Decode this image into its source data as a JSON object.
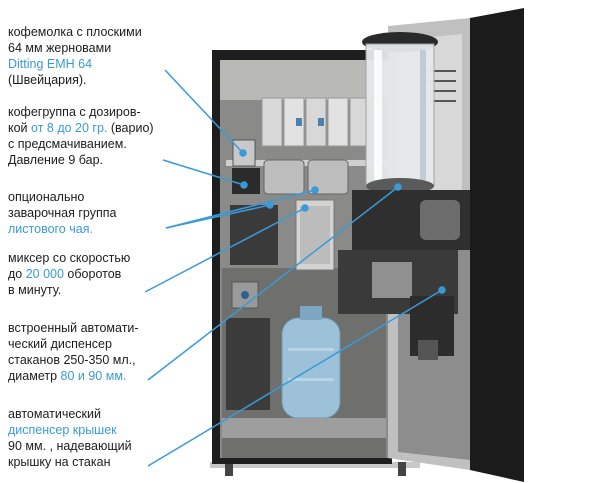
{
  "colors": {
    "accent": "#3a9ad9",
    "callout_line": "#3a9ad9",
    "text": "#1d1d1d"
  },
  "callouts": [
    {
      "id": "grinder",
      "parts": [
        {
          "t": "кофемолка с плоскими\n64 мм жерновами\n",
          "hl": false
        },
        {
          "t": "Ditting EMH 64",
          "hl": true
        },
        {
          "t": "\n(Швейцария).",
          "hl": false
        }
      ]
    },
    {
      "id": "coffee-group",
      "parts": [
        {
          "t": "кофегруппа с  дозиров-\nкой ",
          "hl": false
        },
        {
          "t": "от 8 до 20 гр.",
          "hl": true
        },
        {
          "t": "  (варио)\nс предсмачиванием.\nДавление 9 бар.",
          "hl": false
        }
      ]
    },
    {
      "id": "tea-group",
      "parts": [
        {
          "t": "опционально\nзаварочная группа\n",
          "hl": false
        },
        {
          "t": "листового чая.",
          "hl": true
        }
      ]
    },
    {
      "id": "mixer",
      "parts": [
        {
          "t": "миксер со скоростью\nдо ",
          "hl": false
        },
        {
          "t": "20 000",
          "hl": true
        },
        {
          "t": " оборотов\nв минуту.",
          "hl": false
        }
      ]
    },
    {
      "id": "cup-dispenser",
      "parts": [
        {
          "t": "встроенный автомати-\nческий диспенсер\nстаканов 250-350 мл.,\nдиаметр ",
          "hl": false
        },
        {
          "t": "80 и 90 мм.",
          "hl": true
        }
      ]
    },
    {
      "id": "lid-dispenser",
      "parts": [
        {
          "t": "автоматический\n",
          "hl": false
        },
        {
          "t": "диспенсер крышек",
          "hl": true
        },
        {
          "t": "\n90 мм. , надевающий\nкрышку на стакан",
          "hl": false
        }
      ]
    }
  ]
}
